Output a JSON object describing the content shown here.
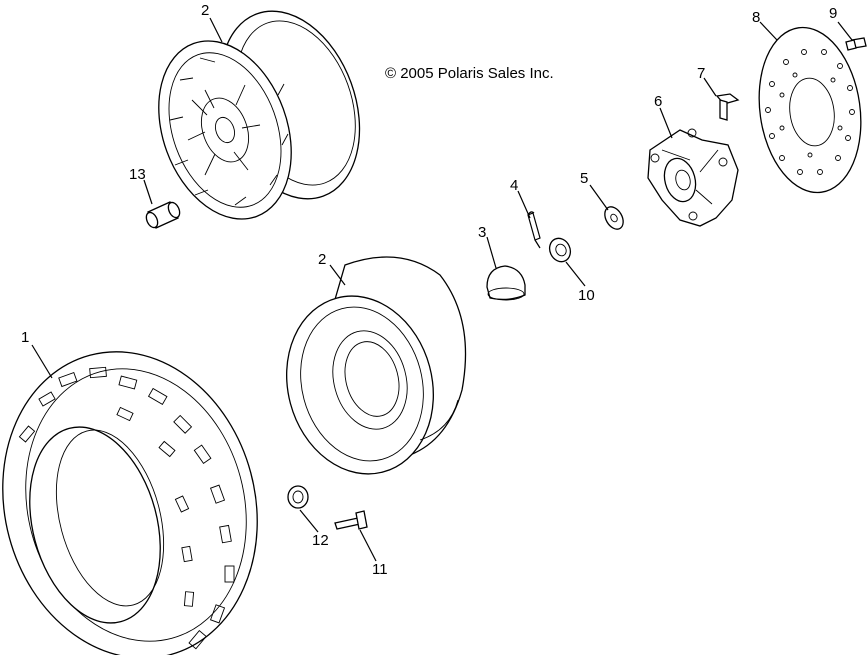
{
  "copyright": "© 2005 Polaris Sales Inc.",
  "callouts": [
    {
      "id": "tire",
      "label": "1"
    },
    {
      "id": "rim-upper",
      "label": "2"
    },
    {
      "id": "rim-lower",
      "label": "2"
    },
    {
      "id": "hub-cap",
      "label": "3"
    },
    {
      "id": "cotter-pin",
      "label": "4"
    },
    {
      "id": "washer",
      "label": "5"
    },
    {
      "id": "hub",
      "label": "6"
    },
    {
      "id": "hub-bolt",
      "label": "7"
    },
    {
      "id": "brake-disc",
      "label": "8"
    },
    {
      "id": "disc-bolt",
      "label": "9"
    },
    {
      "id": "castle-nut",
      "label": "10"
    },
    {
      "id": "wheel-stud",
      "label": "11"
    },
    {
      "id": "lug-nut-lower",
      "label": "12"
    },
    {
      "id": "lug-nut-upper",
      "label": "13"
    }
  ]
}
